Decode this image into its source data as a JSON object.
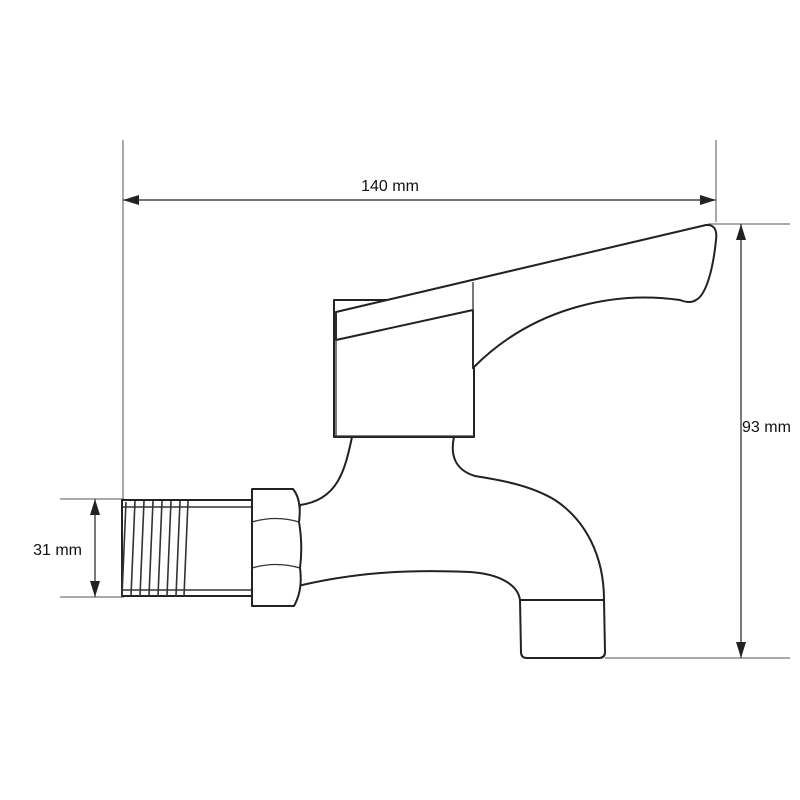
{
  "dimensions": {
    "width_label": "140 mm",
    "height_label": "93 mm",
    "thread_label": "31 mm"
  }
}
